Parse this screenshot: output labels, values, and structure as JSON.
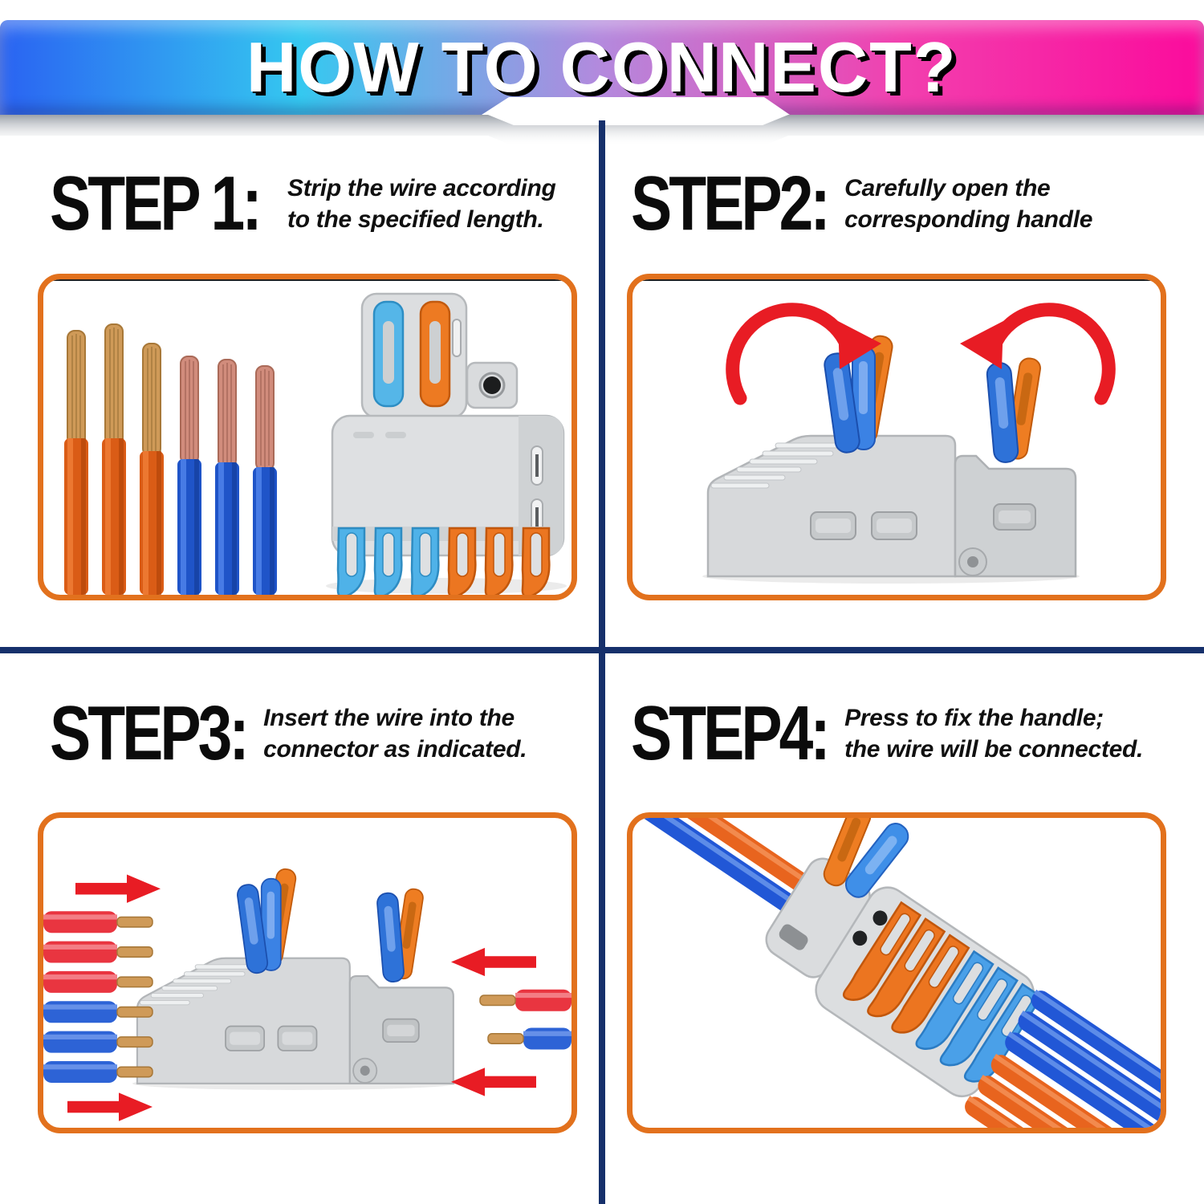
{
  "header": {
    "title": "HOW TO CONNECT?",
    "gradient_stops": [
      "#2a63f2",
      "#35c8f0",
      "#b489dd",
      "#f23fae",
      "#fb0b9c"
    ]
  },
  "steps": [
    {
      "label": "STEP 1:",
      "description": [
        "Strip the wire according",
        "to the specified length."
      ]
    },
    {
      "label": "STEP2:",
      "description": [
        "Carefully open the",
        "corresponding handle"
      ]
    },
    {
      "label": "STEP3:",
      "description": [
        "Insert the wire into the",
        "connector as indicated."
      ]
    },
    {
      "label": "STEP4:",
      "description": [
        "Press to fix the handle;",
        "the wire will be connected."
      ]
    }
  ],
  "icons": {
    "step2": [
      "rotate-clockwise-arrow",
      "rotate-counterclockwise-arrow"
    ],
    "step3": [
      "arrow-right",
      "arrow-left"
    ]
  },
  "colors": {
    "divider": "#16306b",
    "panel_border": "#e2711d",
    "arrow_red": "#e81c24",
    "lever_blue": "#4fb2e8",
    "lever_blue_open": "#2e72d8",
    "lever_orange": "#ee7d22",
    "wire_orange": "#e8641e",
    "wire_blue": "#2157d6",
    "wire_red": "#e93540",
    "copper_gold": "#cf9a58",
    "copper_rose": "#d18c7c",
    "connector_gray": "#dcdee0"
  }
}
